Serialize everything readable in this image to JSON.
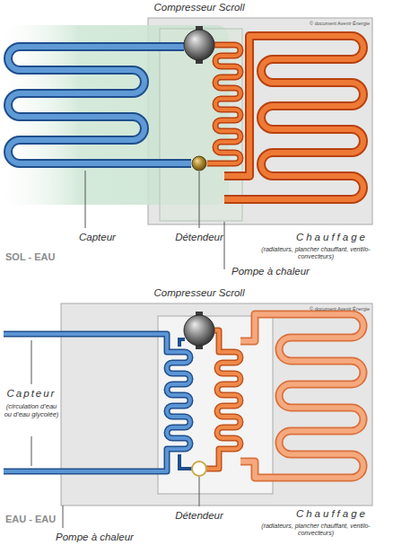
{
  "diagram": {
    "labels": [
      "Compresseur Scroll",
      "© document Avenir Énergie",
      "Capteur",
      "Détendeur",
      "Chauffage",
      "(radiateurs, plancher chauffant, ventilo-convecteurs)",
      "SOL - EAU",
      "Pompe à chaleur",
      "Compresseur Scroll",
      "© document Avenir Énergie",
      "Capteur",
      "(circulation d'eau ou d'eau glycolée)",
      "EAU - EAU",
      "Détendeur",
      "Chauffage",
      "(radiateurs, plancher chauffant, ventilo-convecteurs)",
      "Pompe à chaleur"
    ]
  }
}
